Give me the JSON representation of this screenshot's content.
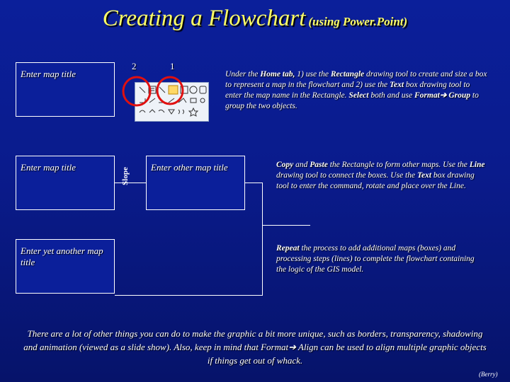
{
  "title": {
    "main": "Creating a Flowchart",
    "sub": "(using Power.Point)"
  },
  "boxes": {
    "map1": "Enter  map title",
    "map2": "Enter  map title",
    "map3": "Enter  yet another map title",
    "map4": "Enter  other map title"
  },
  "labels": {
    "slope": "Slope",
    "num2": "2",
    "num1": "1"
  },
  "toolbar": {
    "icons": [
      "line-icon",
      "arrow-icon",
      "rectangle-icon",
      "oval-icon",
      "text-box-icon",
      "freeform-icon"
    ]
  },
  "para1": {
    "t1": "Under the ",
    "b1": "Home tab,",
    "t2": " 1) use the ",
    "b2": "Rectangle",
    "t3": " drawing tool to create and size a box to represent a map in the flowchart and 2) use the ",
    "b3": "Text",
    "t4": " box drawing tool to enter the map name in the Rectangle. ",
    "b4": "Select",
    "t5": " both and use ",
    "b5": "Format",
    "arrow": "➔",
    "b6": " Group",
    "t6": " to group the two objects."
  },
  "para2": {
    "b1": "Copy",
    "t1": " and ",
    "b2": "Paste",
    "t2": " the Rectangle to form other maps.  Use the ",
    "b3": "Line",
    "t3": " drawing tool to connect the boxes.  Use the ",
    "b4": "Text",
    "t4": " box drawing tool to enter the command, rotate and place over the Line."
  },
  "para3": {
    "b1": "Repeat",
    "t1": " the process to add additional maps (boxes) and processing steps (lines) to complete the flowchart containing the logic of the GIS model."
  },
  "bottom": {
    "t1": "There are a lot of other things you can do to make the graphic a bit more unique, such as borders, transparency, shadowing and animation (viewed as a slide show).   Also, keep in mind that Format",
    "arrow": "➔",
    "t2": " Align can be used to align multiple graphic objects if things get out of whack."
  },
  "credit": "(Berry)",
  "colors": {
    "background": "#0b1f9a",
    "title": "#ffff66",
    "highlight_circle": "#e01010"
  }
}
